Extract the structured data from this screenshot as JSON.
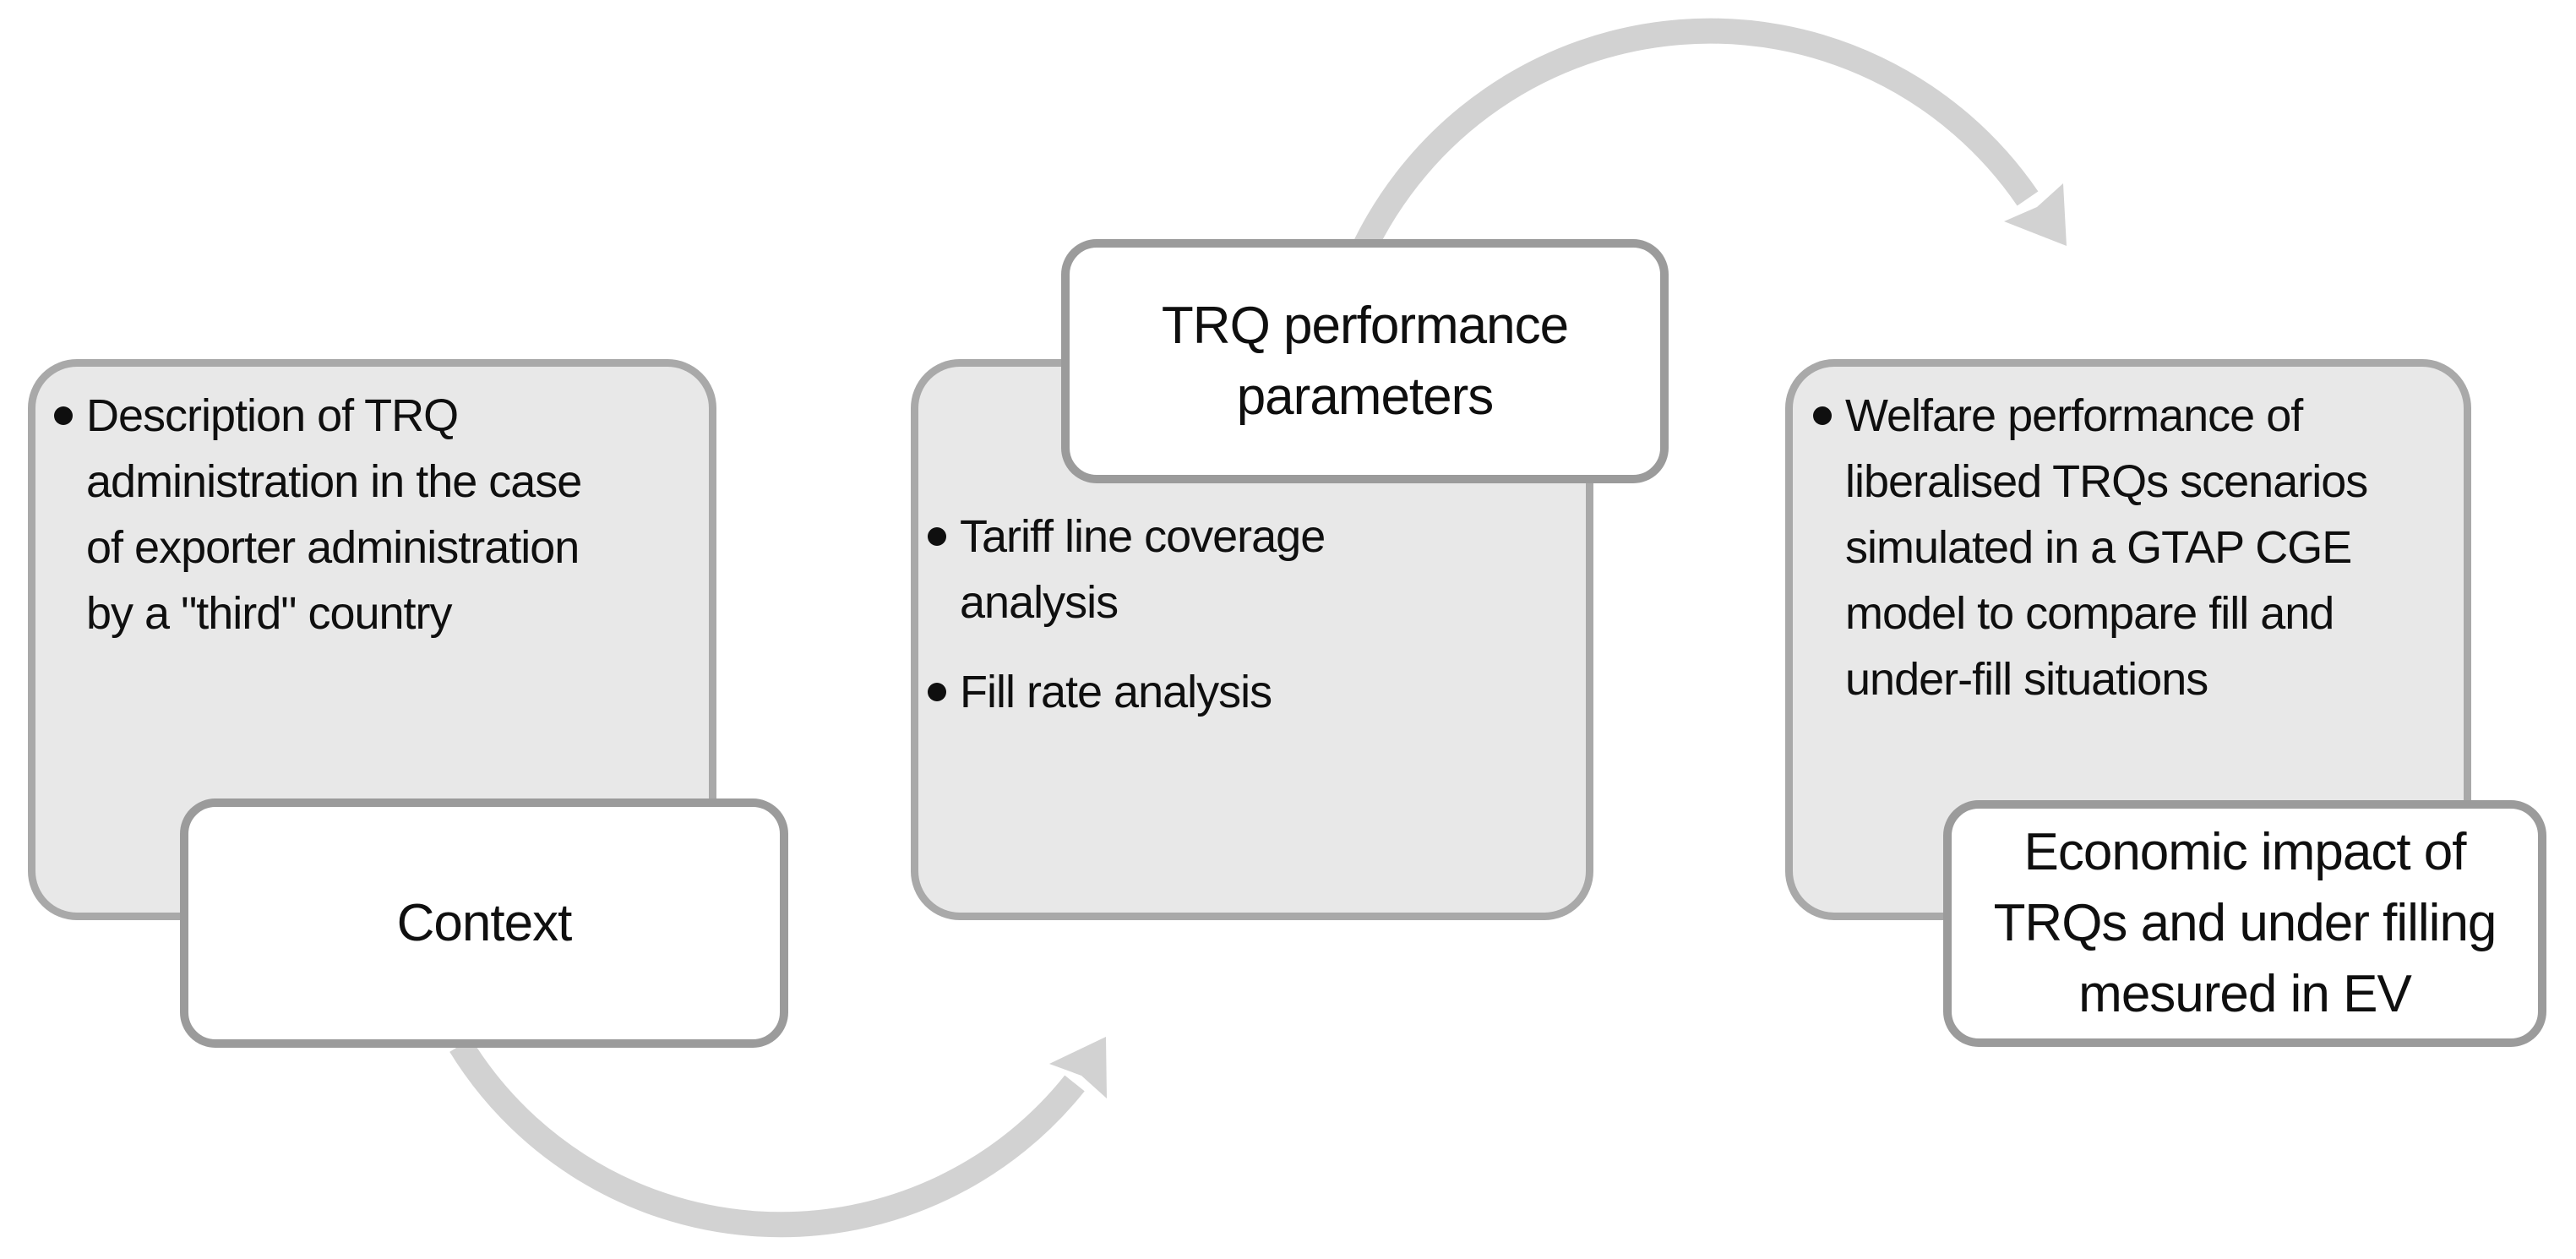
{
  "diagram": {
    "columns": [
      {
        "label": "Context",
        "bullets": [
          "Description of TRQ\nadministration in the case\nof exporter administration\nby a \"third\" country"
        ]
      },
      {
        "label": "TRQ performance\nparameters",
        "bullets": [
          "Tariff line coverage\nanalysis",
          "Fill rate analysis"
        ]
      },
      {
        "label": "Economic impact of\nTRQs and under filling\nmesured in EV",
        "bullets": [
          "Welfare performance of\nliberalised TRQs scenarios\nsimulated in a GTAP CGE\nmodel to compare fill and\nunder-fill situations"
        ]
      }
    ],
    "icons": {
      "top_arrow": "curved-arrow-down-right-icon",
      "bottom_arrow": "curved-arrow-up-right-icon"
    },
    "colors": {
      "bg": "#ffffff",
      "panelFill": "#e8e8e8",
      "panelBorder": "#a9a9a9",
      "cardFill": "#ffffff",
      "cardBorder": "#9b9b9b",
      "arrow": "#d2d2d2",
      "text": "#0f0f0f"
    }
  }
}
